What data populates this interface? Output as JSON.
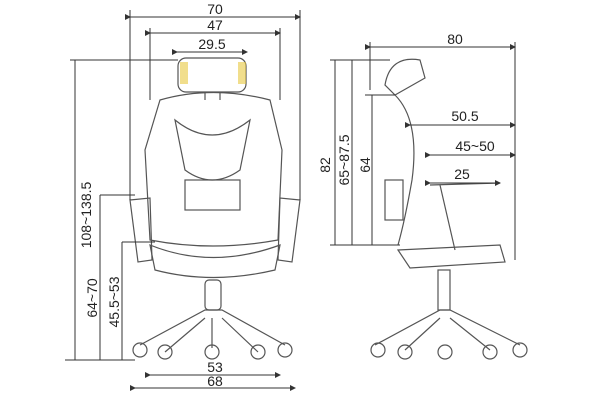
{
  "front_view": {
    "overall_width": "70",
    "backrest_width": "47",
    "headrest_width": "29.5",
    "total_height": "108~138.5",
    "armrest_height": "64~70",
    "seat_height": "45.5~53",
    "seat_width": "53",
    "base_width": "68"
  },
  "side_view": {
    "overall_depth": "80",
    "depth_50_5": "50.5",
    "seat_depth": "45~50",
    "armrest_depth": "25",
    "back_height": "82",
    "back_height_range": "65~87.5",
    "backrest_height": "64"
  },
  "colors": {
    "line": "#333333",
    "accent": "#e8c840"
  }
}
